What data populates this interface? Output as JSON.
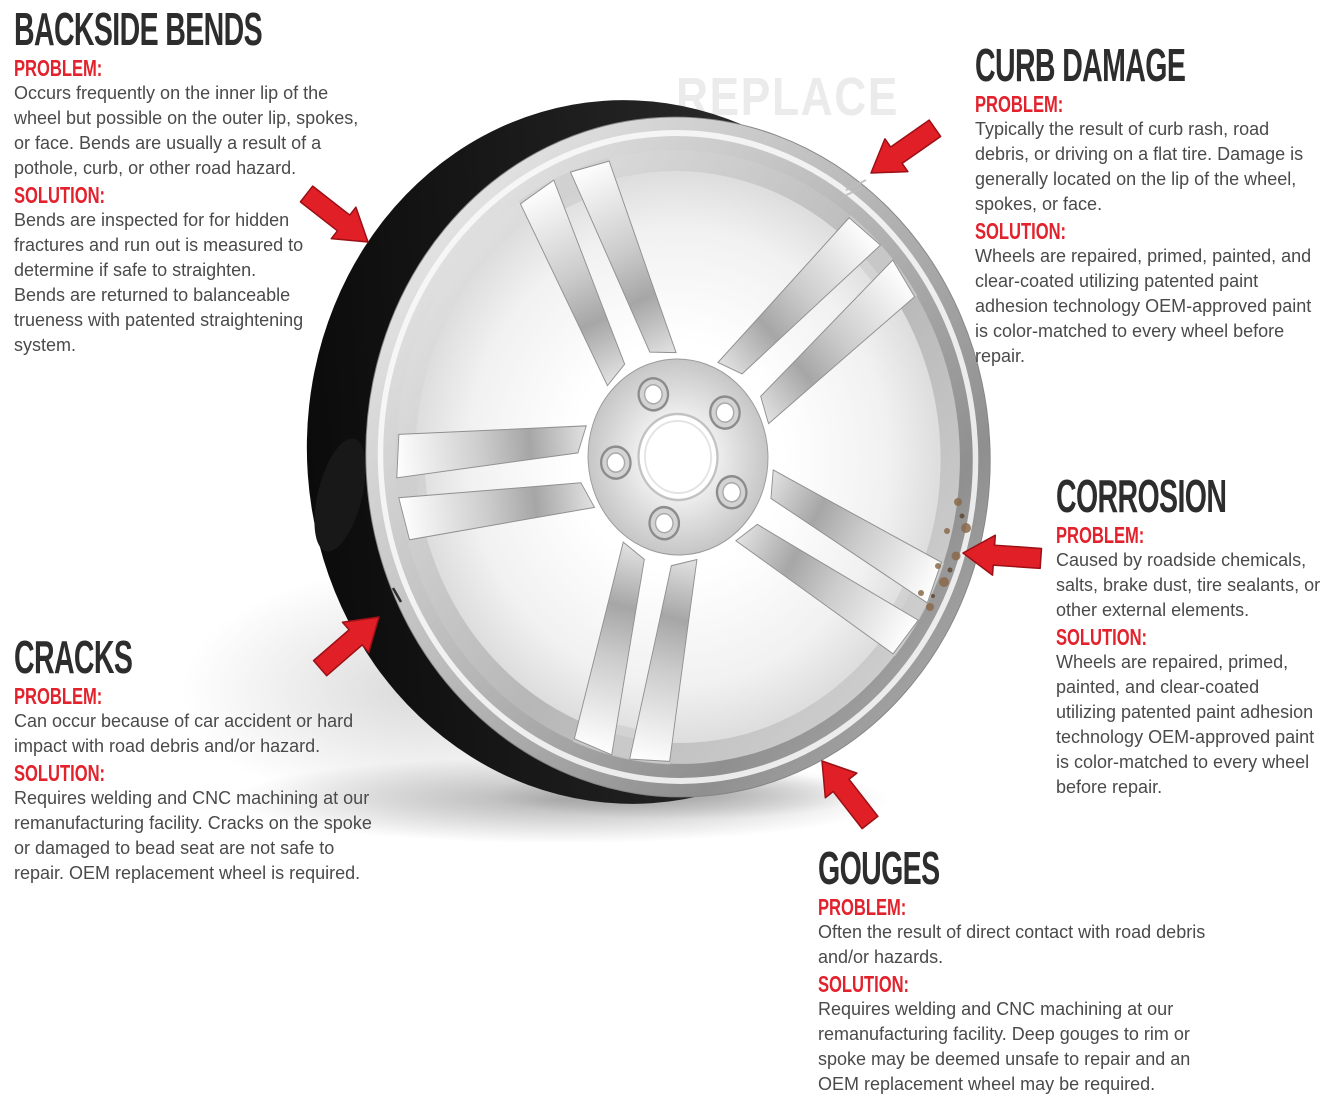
{
  "watermark": "REPLACE",
  "labels": {
    "problem": "PROBLEM:",
    "solution": "SOLUTION:"
  },
  "sections": {
    "backside_bends": {
      "title": "BACKSIDE BENDS",
      "problem": "Occurs frequently on the inner lip of the wheel but possible on the outer lip, spokes, or face. Bends are usually a result of a pothole, curb, or other road hazard.",
      "solution": "Bends are inspected for for hidden fractures and run out is measured to determine if safe to straighten.\nBends are returned to balanceable trueness with patented straightening system."
    },
    "curb_damage": {
      "title": "CURB DAMAGE",
      "problem": "Typically the result of curb rash, road debris, or driving on a flat tire. Damage is generally located on the lip of the wheel, spokes, or face.",
      "solution": "Wheels are repaired, primed, painted, and clear-coated utilizing patented paint adhesion technology OEM-approved paint is color-matched to every wheel before repair."
    },
    "cracks": {
      "title": "CRACKS",
      "problem": "Can occur because of car accident or hard impact with road debris and/or hazard.",
      "solution": "Requires welding and CNC machining at our remanufacturing facility. Cracks on the spoke or damaged to bead seat are not safe to repair. OEM replacement wheel is required."
    },
    "corrosion": {
      "title": "CORROSION",
      "problem": "Caused by roadside chemicals, salts, brake dust, tire sealants, or other external elements.",
      "solution": "Wheels are repaired, primed, painted, and clear-coated utilizing patented paint adhesion technology OEM-approved paint is color-matched to every wheel before repair."
    },
    "gouges": {
      "title": "GOUGES",
      "problem": "Often the result of direct contact with road debris and/or hazards.",
      "solution": "Requires welding and CNC machining at our remanufacturing facility. Deep gouges to rim or spoke may be deemed unsafe to repair and an OEM replacement wheel may be required."
    }
  },
  "colors": {
    "accent_red": "#e2222c",
    "arrow_red": "#e01f26",
    "title_dark": "#2d2d2d",
    "body_gray": "#4a4a4a",
    "tire_dark": "#161616"
  },
  "icons": {
    "arrows": [
      "backside-bends-arrow",
      "curb-damage-arrow",
      "cracks-arrow",
      "corrosion-arrow",
      "gouges-arrow"
    ]
  }
}
